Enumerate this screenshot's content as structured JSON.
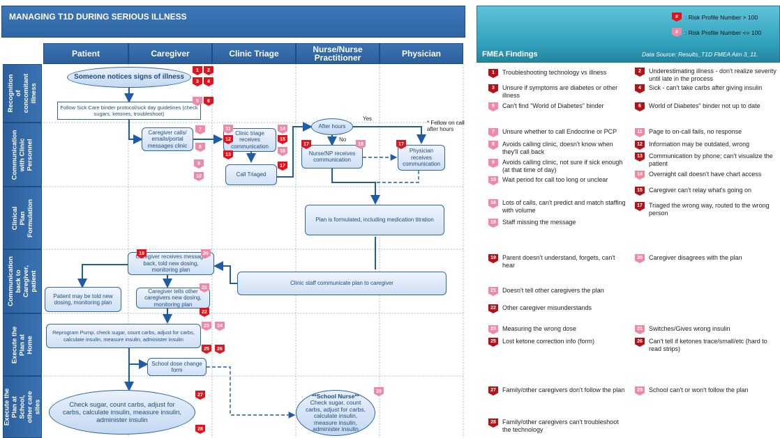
{
  "title": "MANAGING T1D DURING SERIOUS ILLNESS",
  "lanes": [
    "Patient",
    "Caregiver",
    "Clinic Triage",
    "Nurse/Nurse Practitioner",
    "Physician"
  ],
  "rows": [
    "Recognition of concomitant illness",
    "Communication with Clinic Personnel",
    "Clinical Plan Formulation",
    "Communication back to Caregiver, patient",
    "Execute the Plan at Home",
    "Execute the Plan at School, other care sites"
  ],
  "boxes": {
    "notice": "Someone notices signs of illness",
    "binder": "Follow Sick Care binder protocol/sick day guidelines (check sugars, ketones, troubleshoot)",
    "caregiver_calls": "Caregiver calls/ emails/portal messages clinic",
    "triage_receives": "Clinic triage receives communication",
    "call_triaged": "Call Triaged",
    "after_hours": "After hours",
    "nurse_receives": "Nurse/NP receives communication",
    "physician_receives": "Physician receives communication",
    "plan_formulated": "Plan is formulated, including medication titration",
    "caregiver_receives": "Caregiver receives message back, told new dosing, monitoring plan",
    "clinic_communicate": "Clinic staff communicate plan to caregiver",
    "patient_told": "Patient may be told new dosing, monitoring plan",
    "caregiver_tells": "Caregiver tells other caregivers new dosing, monitoring plan",
    "reprogram": "Reprogram Pump, check sugar, count carbs, adjust for carbs, calculate insulin, measure insulin, administer insulin",
    "school_form": "School dose change form",
    "check_sugar": "Check sugar, count carbs, adjust for carbs, calculate insulin, measure insulin, administer insulin",
    "school_nurse_title": "**School Nurse**",
    "school_nurse": "Check sugar, count carbs, adjust for carbs, calculate insulin, measure insulin, administer insulin"
  },
  "labels": {
    "yes": "Yes",
    "no": "No",
    "fellow": "* Fellow on call after hours"
  },
  "fmea": {
    "title": "FMEA Findings",
    "source": "Data Source: Results_T1D FMEA Aim 3_11.",
    "legend_high": ": Risk Profile Number > 100",
    "legend_low": ": Risk Profile Number <= 100",
    "legend_symbol": "#"
  },
  "findings": [
    {
      "n": "1",
      "text": "Troubleshooting technology vs illness",
      "risk": "high"
    },
    {
      "n": "2",
      "text": "Underestimating illness - don't realize severity until late in the process",
      "risk": "high"
    },
    {
      "n": "3",
      "text": "Unsure if symptoms are diabetes or other illness",
      "risk": "high"
    },
    {
      "n": "4",
      "text": "Sick - can't take carbs after giving insulin",
      "risk": "high"
    },
    {
      "n": "5",
      "text": "Can't find \"World of Diabetes\" binder",
      "risk": "low"
    },
    {
      "n": "6",
      "text": "World of Diabetes\" binder not up to date",
      "risk": "high"
    },
    {
      "n": "7",
      "text": "Unsure whether to call Endocrine or PCP",
      "risk": "low"
    },
    {
      "n": "11",
      "text": "Page to on-call fails, no response",
      "risk": "low"
    },
    {
      "n": "8",
      "text": "Avoids calling clinic, doesn't know when they'll call back",
      "risk": "low"
    },
    {
      "n": "12",
      "text": "Information may be outdated, wrong",
      "risk": "high"
    },
    {
      "n": "9",
      "text": "Avoids calling clinic, not sure if sick enough (at that time of day)",
      "risk": "low"
    },
    {
      "n": "13",
      "text": "Communication by phone; can't visualize the patient",
      "risk": "high"
    },
    {
      "n": "10",
      "text": "Wait period for call too long or unclear",
      "risk": "low"
    },
    {
      "n": "14",
      "text": "Overnight call doesn't have chart access",
      "risk": "low"
    },
    {
      "n": "15",
      "text": "Caregiver can't relay what's going on",
      "risk": "high"
    },
    {
      "n": "16",
      "text": "Lots of calls, can't predict and match staffing with volume",
      "risk": "low"
    },
    {
      "n": "17",
      "text": "Triaged the wrong way, routed to the wrong person",
      "risk": "high"
    },
    {
      "n": "18",
      "text": "Staff missing the message",
      "risk": "low"
    },
    {
      "n": "19",
      "text": "Parent doesn't understand, forgets, can't hear",
      "risk": "high"
    },
    {
      "n": "20",
      "text": "Caregiver disagrees with the plan",
      "risk": "low"
    },
    {
      "n": "21",
      "text": "Doesn't tell other caregivers the plan",
      "risk": "low"
    },
    {
      "n": "22",
      "text": "Other caregiver misunderstands",
      "risk": "high"
    },
    {
      "n": "23",
      "text": "Measuring the wrong dose",
      "risk": "low"
    },
    {
      "n": "21",
      "text": "Switches/Gives wrong insulin",
      "risk": "low"
    },
    {
      "n": "25",
      "text": "Lost ketone correction info (form)",
      "risk": "high"
    },
    {
      "n": "26",
      "text": "Can't tell if ketones trace/small/etc (hard to read strips)",
      "risk": "high"
    },
    {
      "n": "27",
      "text": "Family/other caregivers don't follow the plan",
      "risk": "high"
    },
    {
      "n": "29",
      "text": "School can't or won't follow the plan",
      "risk": "low"
    },
    {
      "n": "28",
      "text": "Family/other caregivers can't troubleshoot the technology",
      "risk": "high"
    }
  ],
  "diagram_badges": [
    {
      "n": "1",
      "risk": "high"
    },
    {
      "n": "2",
      "risk": "high"
    },
    {
      "n": "3",
      "risk": "high"
    },
    {
      "n": "4",
      "risk": "high"
    },
    {
      "n": "5",
      "risk": "low"
    },
    {
      "n": "6",
      "risk": "high"
    },
    {
      "n": "7",
      "risk": "low"
    },
    {
      "n": "8",
      "risk": "low"
    },
    {
      "n": "9",
      "risk": "low"
    },
    {
      "n": "10",
      "risk": "low"
    },
    {
      "n": "11",
      "risk": "low"
    },
    {
      "n": "12",
      "risk": "high"
    },
    {
      "n": "13",
      "risk": "high"
    },
    {
      "n": "14",
      "risk": "low"
    },
    {
      "n": "15",
      "risk": "high"
    },
    {
      "n": "16",
      "risk": "low"
    },
    {
      "n": "17",
      "risk": "high"
    },
    {
      "n": "17",
      "risk": "high"
    },
    {
      "n": "18",
      "risk": "low"
    },
    {
      "n": "17",
      "risk": "high"
    },
    {
      "n": "19",
      "risk": "high"
    },
    {
      "n": "20",
      "risk": "low"
    },
    {
      "n": "21",
      "risk": "low"
    },
    {
      "n": "22",
      "risk": "high"
    },
    {
      "n": "23",
      "risk": "low"
    },
    {
      "n": "24",
      "risk": "low"
    },
    {
      "n": "25",
      "risk": "high"
    },
    {
      "n": "26",
      "risk": "high"
    },
    {
      "n": "27",
      "risk": "high"
    },
    {
      "n": "28",
      "risk": "high"
    },
    {
      "n": "29",
      "risk": "low"
    }
  ],
  "colors": {
    "high": "#e1141e",
    "low": "#f08aa4",
    "accent": "#2f65a3",
    "fmea_header": "#2f9fba"
  }
}
